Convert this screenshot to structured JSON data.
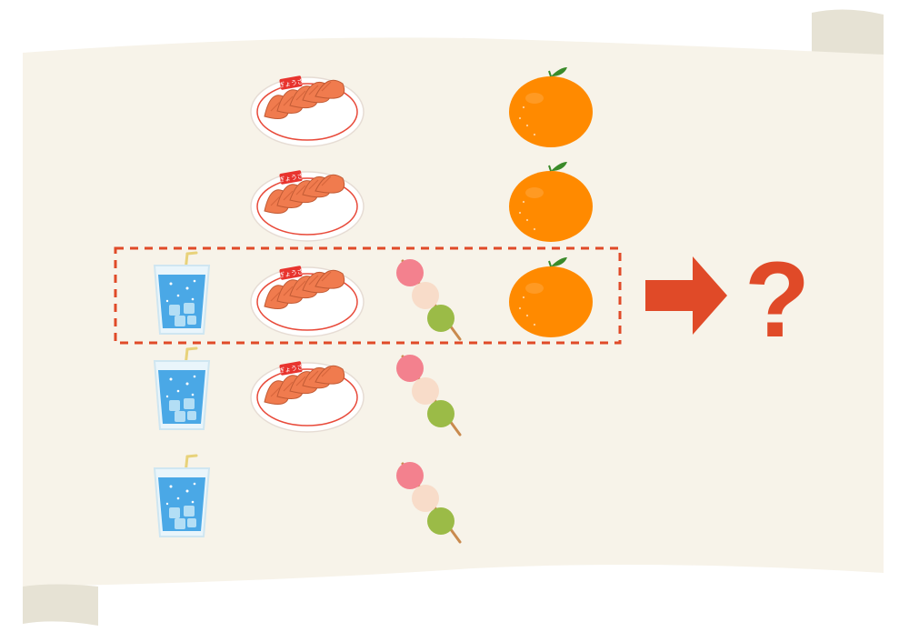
{
  "scene": {
    "question_mark": "?",
    "plate_label": "ぎょうざ",
    "colors": {
      "scroll": "#f7f3e9",
      "scroll_curl": "#e6e2d4",
      "highlight_border": "#e04a28",
      "arrow": "#e04a28",
      "question_mark": "#e04a28",
      "orange": "#ff8a00",
      "drink": "#4aa8e6",
      "gyoza": "#f07b4e"
    },
    "grid": {
      "columns": [
        "drink",
        "gyoza",
        "dango",
        "orange"
      ],
      "rows": [
        [
          false,
          true,
          false,
          true
        ],
        [
          false,
          true,
          false,
          true
        ],
        [
          true,
          true,
          true,
          true
        ],
        [
          true,
          true,
          true,
          false
        ],
        [
          true,
          false,
          true,
          false
        ]
      ],
      "highlighted_row_number": 3
    },
    "icons": {
      "drink": "drink-icon",
      "gyoza": "gyoza-plate-icon",
      "dango": "dango-icon",
      "orange": "orange-icon",
      "arrow": "right-arrow-icon"
    }
  }
}
